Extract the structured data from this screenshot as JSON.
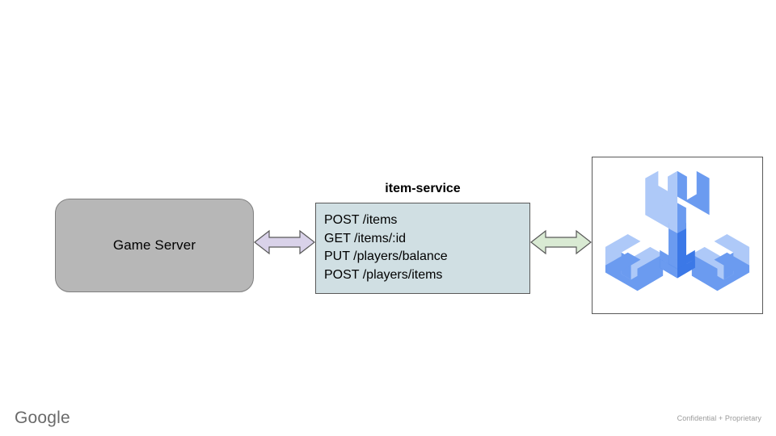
{
  "slide": {
    "background_color": "#ffffff",
    "footer": {
      "logo_text": "Google",
      "logo_color": "#6a6a6a",
      "confidentiality_note": "Confidential + Proprietary",
      "note_color": "#9a9a9a"
    }
  },
  "diagram": {
    "type": "architecture-flow",
    "nodes": [
      {
        "id": "game-server",
        "label": "Game Server",
        "shape": "rounded-rectangle",
        "fill_color": "#b7b7b7",
        "border_color": "#7f7f7f"
      },
      {
        "id": "item-service",
        "title": "item-service",
        "shape": "rectangle",
        "fill_color": "#d0dfe3",
        "border_color": "#595959",
        "endpoints": [
          "POST /items",
          "GET /items/:id",
          "PUT /players/balance",
          "POST /players/items"
        ]
      },
      {
        "id": "tools-image",
        "shape": "image-frame",
        "icon_name": "isometric-three-wrench-icon",
        "border_color": "#595959",
        "icon_colors": {
          "light_blue": "#aec9f8",
          "medium_blue": "#6b9bf0",
          "dark_blue": "#3b78e7"
        }
      }
    ],
    "connectors": [
      {
        "id": "game-server-to-item-service",
        "style": "double-headed-arrow",
        "fill_color": "#d9d2e9",
        "border_color": "#595959",
        "from": "game-server",
        "to": "item-service"
      },
      {
        "id": "item-service-to-tools",
        "style": "double-headed-arrow",
        "fill_color": "#d9ead3",
        "border_color": "#595959",
        "from": "item-service",
        "to": "tools-image"
      }
    ]
  }
}
